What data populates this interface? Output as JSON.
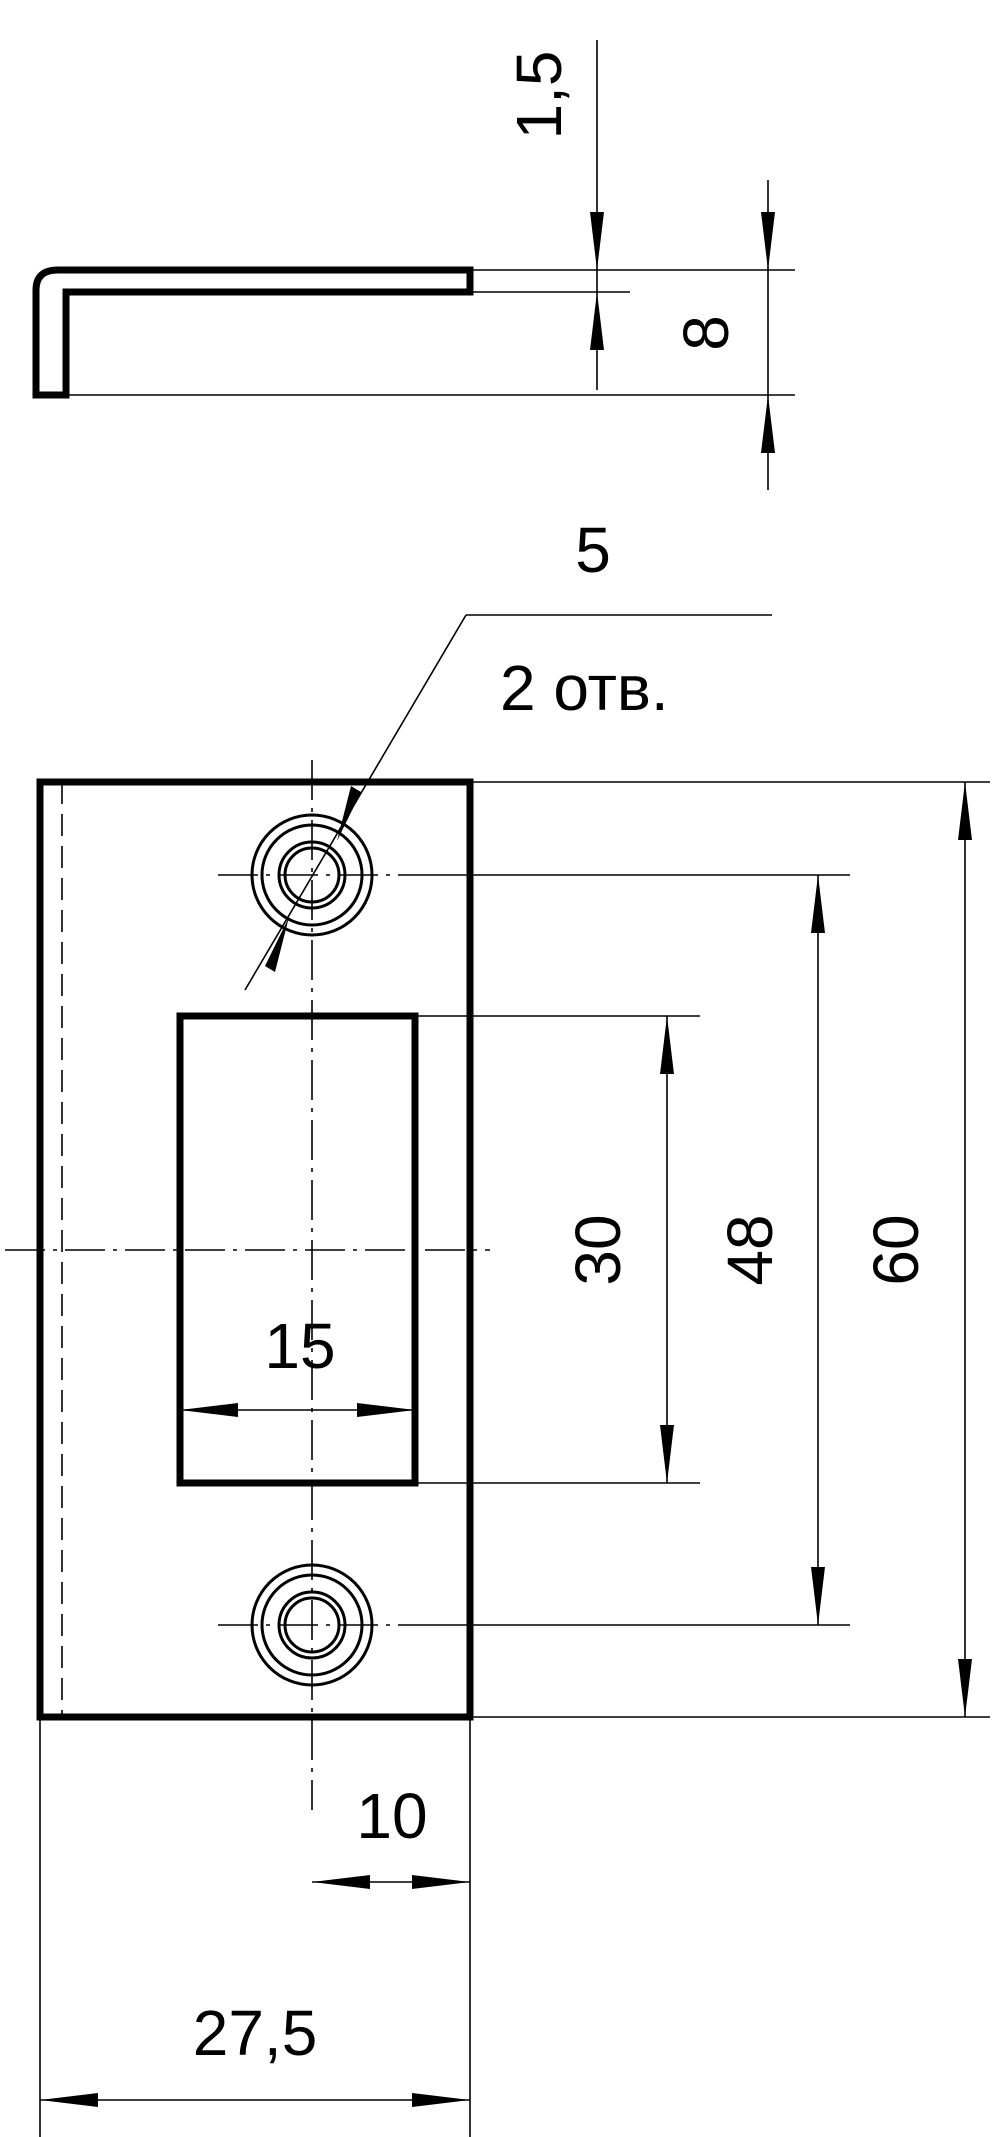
{
  "drawing": {
    "dimensions": {
      "thickness": "1,5",
      "flange_height": "8",
      "hole_diameter": "5",
      "hole_count": "2 отв.",
      "slot_height": "30",
      "hole_spacing": "48",
      "overall_height": "60",
      "slot_width": "15",
      "hole_offset": "10",
      "overall_width": "27,5"
    }
  }
}
